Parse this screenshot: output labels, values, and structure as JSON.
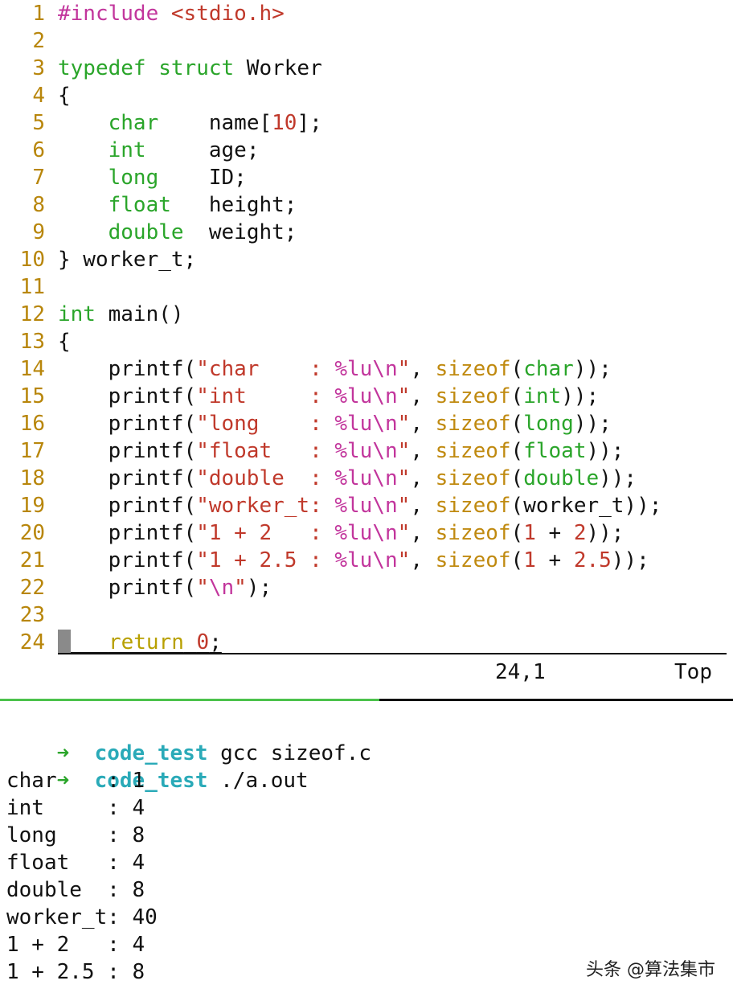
{
  "editor": {
    "lines": [
      {
        "n": "1",
        "tokens": [
          [
            "#include ",
            "t-pre"
          ],
          [
            "<stdio.h>",
            "t-str"
          ]
        ]
      },
      {
        "n": "2",
        "tokens": []
      },
      {
        "n": "3",
        "tokens": [
          [
            "typedef",
            "t-kw"
          ],
          [
            " ",
            "t-plain"
          ],
          [
            "struct",
            "t-kw"
          ],
          [
            " Worker",
            "t-plain"
          ]
        ]
      },
      {
        "n": "4",
        "tokens": [
          [
            "{",
            "t-plain"
          ]
        ]
      },
      {
        "n": "5",
        "tokens": [
          [
            "    ",
            "t-plain"
          ],
          [
            "char",
            "t-type"
          ],
          [
            "    name[",
            "t-plain"
          ],
          [
            "10",
            "t-num"
          ],
          [
            "];",
            "t-plain"
          ]
        ]
      },
      {
        "n": "6",
        "tokens": [
          [
            "    ",
            "t-plain"
          ],
          [
            "int",
            "t-type"
          ],
          [
            "     age;",
            "t-plain"
          ]
        ]
      },
      {
        "n": "7",
        "tokens": [
          [
            "    ",
            "t-plain"
          ],
          [
            "long",
            "t-type"
          ],
          [
            "    ID;",
            "t-plain"
          ]
        ]
      },
      {
        "n": "8",
        "tokens": [
          [
            "    ",
            "t-plain"
          ],
          [
            "float",
            "t-type"
          ],
          [
            "   height;",
            "t-plain"
          ]
        ]
      },
      {
        "n": "9",
        "tokens": [
          [
            "    ",
            "t-plain"
          ],
          [
            "double",
            "t-type"
          ],
          [
            "  weight;",
            "t-plain"
          ]
        ]
      },
      {
        "n": "10",
        "tokens": [
          [
            "} worker_t;",
            "t-plain"
          ]
        ]
      },
      {
        "n": "11",
        "tokens": []
      },
      {
        "n": "12",
        "tokens": [
          [
            "int",
            "t-type"
          ],
          [
            " main()",
            "t-plain"
          ]
        ]
      },
      {
        "n": "13",
        "tokens": [
          [
            "{",
            "t-plain"
          ]
        ]
      },
      {
        "n": "14",
        "tokens": [
          [
            "    printf(",
            "t-plain"
          ],
          [
            "\"char    : ",
            "t-str"
          ],
          [
            "%lu\\n",
            "t-fmt"
          ],
          [
            "\"",
            "t-str"
          ],
          [
            ", ",
            "t-plain"
          ],
          [
            "sizeof",
            "t-fn"
          ],
          [
            "(",
            "t-plain"
          ],
          [
            "char",
            "t-type"
          ],
          [
            "));",
            "t-plain"
          ]
        ]
      },
      {
        "n": "15",
        "tokens": [
          [
            "    printf(",
            "t-plain"
          ],
          [
            "\"int     : ",
            "t-str"
          ],
          [
            "%lu\\n",
            "t-fmt"
          ],
          [
            "\"",
            "t-str"
          ],
          [
            ", ",
            "t-plain"
          ],
          [
            "sizeof",
            "t-fn"
          ],
          [
            "(",
            "t-plain"
          ],
          [
            "int",
            "t-type"
          ],
          [
            "));",
            "t-plain"
          ]
        ]
      },
      {
        "n": "16",
        "tokens": [
          [
            "    printf(",
            "t-plain"
          ],
          [
            "\"long    : ",
            "t-str"
          ],
          [
            "%lu\\n",
            "t-fmt"
          ],
          [
            "\"",
            "t-str"
          ],
          [
            ", ",
            "t-plain"
          ],
          [
            "sizeof",
            "t-fn"
          ],
          [
            "(",
            "t-plain"
          ],
          [
            "long",
            "t-type"
          ],
          [
            "));",
            "t-plain"
          ]
        ]
      },
      {
        "n": "17",
        "tokens": [
          [
            "    printf(",
            "t-plain"
          ],
          [
            "\"float   : ",
            "t-str"
          ],
          [
            "%lu\\n",
            "t-fmt"
          ],
          [
            "\"",
            "t-str"
          ],
          [
            ", ",
            "t-plain"
          ],
          [
            "sizeof",
            "t-fn"
          ],
          [
            "(",
            "t-plain"
          ],
          [
            "float",
            "t-type"
          ],
          [
            "));",
            "t-plain"
          ]
        ]
      },
      {
        "n": "18",
        "tokens": [
          [
            "    printf(",
            "t-plain"
          ],
          [
            "\"double  : ",
            "t-str"
          ],
          [
            "%lu\\n",
            "t-fmt"
          ],
          [
            "\"",
            "t-str"
          ],
          [
            ", ",
            "t-plain"
          ],
          [
            "sizeof",
            "t-fn"
          ],
          [
            "(",
            "t-plain"
          ],
          [
            "double",
            "t-type"
          ],
          [
            "));",
            "t-plain"
          ]
        ]
      },
      {
        "n": "19",
        "tokens": [
          [
            "    printf(",
            "t-plain"
          ],
          [
            "\"worker_t: ",
            "t-str"
          ],
          [
            "%lu\\n",
            "t-fmt"
          ],
          [
            "\"",
            "t-str"
          ],
          [
            ", ",
            "t-plain"
          ],
          [
            "sizeof",
            "t-fn"
          ],
          [
            "(worker_t));",
            "t-plain"
          ]
        ]
      },
      {
        "n": "20",
        "tokens": [
          [
            "    printf(",
            "t-plain"
          ],
          [
            "\"1 + 2   : ",
            "t-str"
          ],
          [
            "%lu\\n",
            "t-fmt"
          ],
          [
            "\"",
            "t-str"
          ],
          [
            ", ",
            "t-plain"
          ],
          [
            "sizeof",
            "t-fn"
          ],
          [
            "(",
            "t-plain"
          ],
          [
            "1",
            "t-num"
          ],
          [
            " + ",
            "t-plain"
          ],
          [
            "2",
            "t-num"
          ],
          [
            "));",
            "t-plain"
          ]
        ]
      },
      {
        "n": "21",
        "tokens": [
          [
            "    printf(",
            "t-plain"
          ],
          [
            "\"1 + 2.5 : ",
            "t-str"
          ],
          [
            "%lu\\n",
            "t-fmt"
          ],
          [
            "\"",
            "t-str"
          ],
          [
            ", ",
            "t-plain"
          ],
          [
            "sizeof",
            "t-fn"
          ],
          [
            "(",
            "t-plain"
          ],
          [
            "1",
            "t-num"
          ],
          [
            " + ",
            "t-plain"
          ],
          [
            "2.5",
            "t-num"
          ],
          [
            "));",
            "t-plain"
          ]
        ]
      },
      {
        "n": "22",
        "tokens": [
          [
            "    printf(",
            "t-plain"
          ],
          [
            "\"",
            "t-str"
          ],
          [
            "\\n",
            "t-fmt"
          ],
          [
            "\"",
            "t-str"
          ],
          [
            ");",
            "t-plain"
          ]
        ]
      },
      {
        "n": "23",
        "tokens": []
      },
      {
        "n": "24",
        "cursor": true,
        "tokens": [
          [
            "   ",
            "t-plain"
          ],
          [
            "return",
            "t-ret"
          ],
          [
            " ",
            "t-plain"
          ],
          [
            "0",
            "t-num"
          ],
          [
            ";",
            "t-plain"
          ]
        ]
      }
    ]
  },
  "status": {
    "position": "24,1",
    "scroll": "Top"
  },
  "terminal": {
    "commands": [
      {
        "arrow": "➜",
        "dir": "code_test",
        "cmd": " gcc sizeof.c"
      },
      {
        "arrow": "➜",
        "dir": "code_test",
        "cmd": " ./a.out"
      }
    ],
    "output": [
      "char    : 1",
      "int     : 4",
      "long    : 8",
      "float   : 4",
      "double  : 8",
      "worker_t: 40",
      "1 + 2   : 4",
      "1 + 2.5 : 8"
    ]
  },
  "watermark": "头条 @算法集市",
  "colors": {
    "divider_active": "#4cc24c",
    "prompt_arrow": "#2aa52a",
    "prompt_dir": "#2aaab8"
  }
}
